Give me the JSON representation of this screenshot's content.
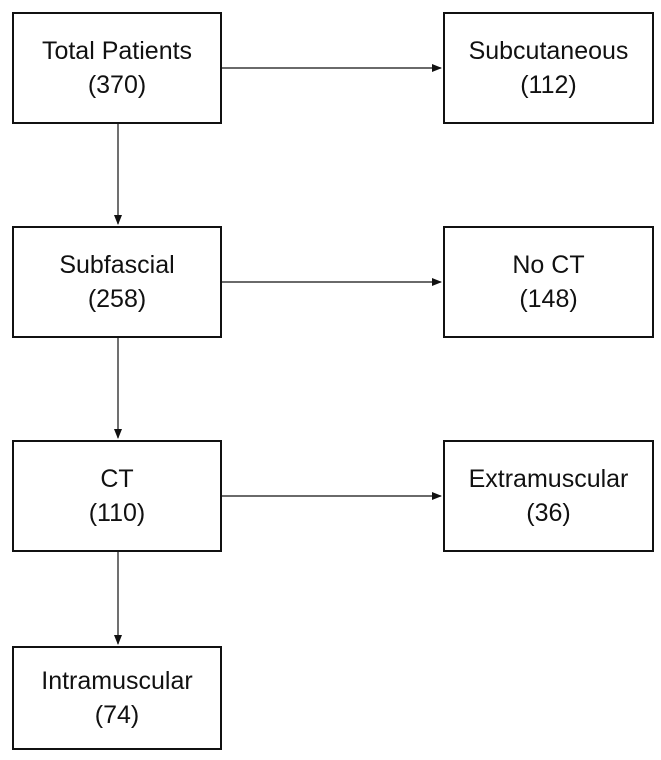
{
  "diagram": {
    "nodes": {
      "total_patients": {
        "label": "Total Patients",
        "count": "(370)"
      },
      "subcutaneous": {
        "label": "Subcutaneous",
        "count": "(112)"
      },
      "subfascial": {
        "label": "Subfascial",
        "count": "(258)"
      },
      "no_ct": {
        "label": "No CT",
        "count": "(148)"
      },
      "ct": {
        "label": "CT",
        "count": "(110)"
      },
      "extramuscular": {
        "label": "Extramuscular",
        "count": "(36)"
      },
      "intramuscular": {
        "label": "Intramuscular",
        "count": "(74)"
      }
    },
    "edges": [
      {
        "from": "total_patients",
        "to": "subcutaneous"
      },
      {
        "from": "total_patients",
        "to": "subfascial"
      },
      {
        "from": "subfascial",
        "to": "no_ct"
      },
      {
        "from": "subfascial",
        "to": "ct"
      },
      {
        "from": "ct",
        "to": "extramuscular"
      },
      {
        "from": "ct",
        "to": "intramuscular"
      }
    ],
    "colors": {
      "line": "#111111",
      "box_fill": "#ffffff"
    }
  }
}
